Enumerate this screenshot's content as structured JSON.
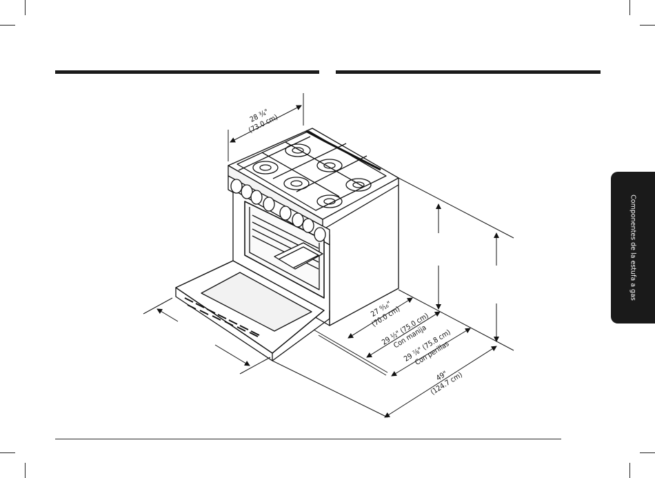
{
  "side_tab": {
    "label": "Componentes de la estufa a gas"
  },
  "dimensions": {
    "width_in": "28 ¾\"",
    "width_cm": "(73.0 cm)",
    "depth_in": "27 ⁹⁄₁₆\"",
    "depth_cm": "(70.0 cm)",
    "depth_handle": "29 ½\" (75.0 cm)",
    "depth_handle_note": "Con manija",
    "depth_knobs": "29 ⅞\" (75.8 cm)",
    "depth_knobs_note": "Con perillas",
    "depth_open_in": "49\"",
    "depth_open_cm": "(124.7 cm)"
  }
}
